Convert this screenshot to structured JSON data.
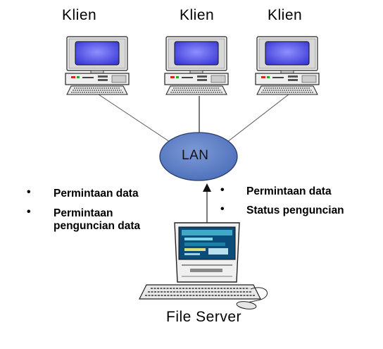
{
  "clients": [
    {
      "label": "Klien"
    },
    {
      "label": "Klien"
    },
    {
      "label": "Klien"
    }
  ],
  "network": {
    "label": "LAN",
    "fill": "#5b7fc6",
    "stroke": "#2a3c6e"
  },
  "left_notes": [
    "Permintaan data",
    "Permintaan penguncian data"
  ],
  "right_notes": [
    "Permintaan data",
    "Status penguncian"
  ],
  "server": {
    "label": "File Server"
  },
  "colors": {
    "screen": "#3333cc",
    "case": "#ededed",
    "line": "#555555",
    "server_screen": "#0b4d7a"
  }
}
